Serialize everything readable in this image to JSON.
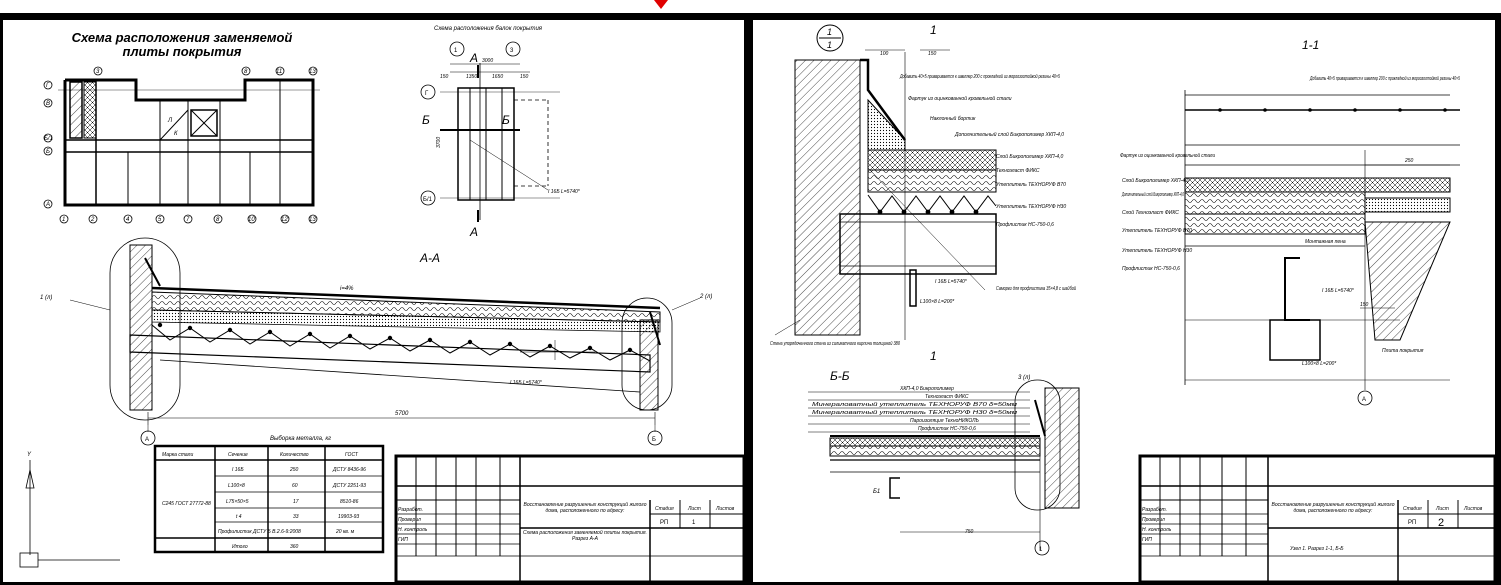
{
  "sheet1": {
    "title_line1": "Схема расположения заменяемой",
    "title_line2": "плиты покрытия",
    "beam_scheme_title": "Схема расположения балок покрытия",
    "section_aa": "А-А",
    "slope": "i=4%",
    "dim_5700": "5700",
    "axis_a": "А",
    "axis_b": "Б",
    "callout_1": "1 (л)",
    "callout_2": "2 (л)",
    "beam_label": "I 16Б  L=5740*",
    "plan_axes_bottom": [
      "1",
      "2",
      "4",
      "5",
      "7",
      "8",
      "10",
      "12",
      "13"
    ],
    "plan_axes_top": [
      "3",
      "8",
      "11",
      "13"
    ],
    "plan_axes_left": [
      "Г",
      "В",
      "Б/1",
      "Б",
      "А"
    ],
    "beam_plan_axes_top": [
      "1",
      "3"
    ],
    "beam_plan_axes_left": [
      "Г",
      "Б/1"
    ],
    "beam_plan_dims": [
      "3000",
      "150",
      "1350",
      "1650",
      "150",
      "3700"
    ],
    "cut_letters": [
      "А",
      "А",
      "Б",
      "Б"
    ],
    "steel_table": {
      "title": "Выборка металла, кг",
      "headers": [
        "Марка стали",
        "Сечение",
        "Количество",
        "ГОСТ"
      ],
      "steel_grade": "С245 ГОСТ 27772-88",
      "rows": [
        [
          "I 16Б",
          "250",
          "ДСТУ 8436-96"
        ],
        [
          "L100×8",
          "60",
          "ДСТУ 2251-93"
        ],
        [
          "L75×50×5",
          "17",
          "8510-86"
        ],
        [
          "t 4",
          "33",
          "19903-93"
        ],
        [
          "Профилистик ДСТУ Б В.2.6-9:2008",
          "",
          "20 кв. м"
        ]
      ],
      "total_label": "Итого",
      "total_value": "360"
    },
    "stamp": {
      "object": "Восстановление разрушенных конструкций жилого дома, расположенного по адресу:",
      "sheet_title": "Схема расположения заменяемой плиты покрытия. Разрез А-А",
      "stage": "РП",
      "sheet_no": "1",
      "roles": [
        "Разработ.",
        "Проверил",
        "Н. контроль",
        "ГИП"
      ],
      "col_headers": [
        "Стадия",
        "Лист",
        "Листов"
      ]
    }
  },
  "sheet2": {
    "node_label": "1",
    "node_sub": "1",
    "section_11": "1-1",
    "section_bb": "Б-Б",
    "dim_100": "100",
    "dim_150": "150",
    "dim_250": "250",
    "dim_750": "750",
    "node_labels_left": [
      "Добавить 40×5 приваривается к швеллер 200 с прокладкой из мороозоотойкой резины 40×5",
      "Фартук из оцинкованной кровельной стали",
      "Наклонный бортик",
      "Дополнительный слой Бикрополимер ХКП-4,0",
      "Слой Бикрополимер ХКП-4,0",
      "Техноэласт ФИКС",
      "Утеплитель ТЕХНОРУФ В70",
      "Утеплитель ТЕХНОРУФ Н30",
      "Профлистик НС-750-0,6",
      "Саморез для профлистика 35×4,8 с шайбой",
      "I 16Б  L=5740*",
      "L100×8  L=200*",
      "Стена упорядоченного стена из силикатного кирпича толщиной 380"
    ],
    "node_labels_right": [
      "Добавить 40×5 приваривается к швеллер 200 с прокладкой из мороозоотойкой резины 40×5",
      "Фартук из оцинкованной кровельной стали",
      "Слой Бикрополимер ХКП-4,0",
      "Дополнительный слой Бикрополимер ХКП-4,0",
      "Слой Техноэласт ФИКС",
      "Утеплитель ТЕХНОРУФ В70",
      "Утеплитель ТЕХНОРУФ Н30",
      "Профлистик НС-750-0,6",
      "Монтажная пена",
      "Плита покрытия",
      "I 16Б  L=5740*",
      "L100×8  L=200*"
    ],
    "legend_bb": [
      "ХКП-4,0 Бикрополимер",
      "Техноэласт ФИКС",
      "Минераловатный утеплитель ТЕХНОРУФ В70 δ=50мм",
      "Минераловатный утеплитель ТЕХНОРУФ Н30 δ=50мм",
      "Пароизоляция ТехноНИКОЛЬ",
      "Профлистик НС-750-0,6"
    ],
    "callout_3": "3 (л)",
    "angle_label": "Б1",
    "axis_1": "1",
    "axis_a": "А",
    "stamp": {
      "object": "Восстановление разрушенных конструкций жилого дома, расположенного по адресу:",
      "sheet_title": "Узел 1.  Разрез 1-1, Б-Б",
      "stage": "РП",
      "sheet_no": "2",
      "roles": [
        "Разработ.",
        "Проверил",
        "Н. контроль",
        "ГИП"
      ],
      "col_headers": [
        "Стадия",
        "Лист",
        "Листов"
      ]
    }
  },
  "ucs_y": "Y",
  "colors": {
    "marker": "#e00000",
    "ink": "#000000",
    "frame": "#000000"
  }
}
